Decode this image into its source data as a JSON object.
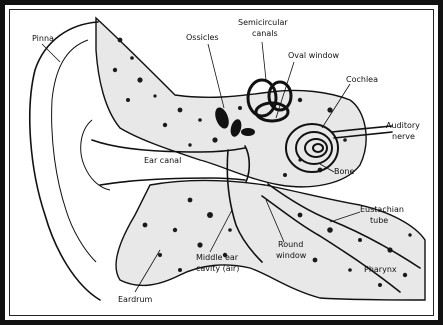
{
  "diagram": {
    "labels": {
      "pinna": "Pinna",
      "ossicles": "Ossicles",
      "semicircular_canals_1": "Semicircular",
      "semicircular_canals_2": "canals",
      "oval_window": "Oval window",
      "cochlea": "Cochlea",
      "auditory_nerve_1": "Auditory",
      "auditory_nerve_2": "nerve",
      "ear_canal": "Ear canal",
      "bone": "Bone",
      "eustachian_tube_1": "Eustachian",
      "eustachian_tube_2": "tube",
      "middle_ear_cavity_1": "Middle ear",
      "middle_ear_cavity_2": "cavity (air)",
      "round_window_1": "Round",
      "round_window_2": "window",
      "pharynx": "Pharynx",
      "eardrum": "Eardrum"
    },
    "colors": {
      "ink": "#111111",
      "stipple": "#1a1a1a",
      "background": "#ffffff"
    }
  }
}
